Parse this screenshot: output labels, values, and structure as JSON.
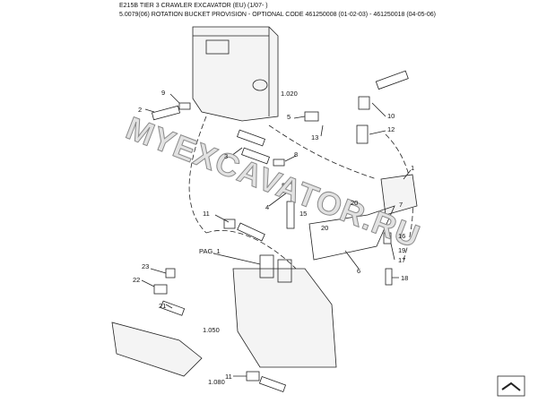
{
  "header": {
    "title": "E215B TIER 3 CRAWLER EXCAVATOR (EU) (1/07- )",
    "subtitle": "5.0079(06) ROTATION BUCKET PROVISION - OPTIONAL CODE 461250008 (01-02-03) - 461250018 (04-05-06)"
  },
  "watermark": "MYEXCAVATOR.RU",
  "callouts": [
    {
      "text": "1.020"
    },
    {
      "text": "9"
    },
    {
      "text": "2"
    },
    {
      "text": "5"
    },
    {
      "text": "10"
    },
    {
      "text": "13"
    },
    {
      "text": "12"
    },
    {
      "text": "8"
    },
    {
      "text": "3"
    },
    {
      "text": "1"
    },
    {
      "text": "20"
    },
    {
      "text": "4"
    },
    {
      "text": "15"
    },
    {
      "text": "7"
    },
    {
      "text": "11"
    },
    {
      "text": "16"
    },
    {
      "text": "20"
    },
    {
      "text": "19"
    },
    {
      "text": "17"
    },
    {
      "text": "6"
    },
    {
      "text": "18"
    },
    {
      "text": "PAG. 1"
    },
    {
      "text": "23"
    },
    {
      "text": "22"
    },
    {
      "text": "21"
    },
    {
      "text": "1.050"
    },
    {
      "text": "1.080"
    },
    {
      "text": "11"
    }
  ]
}
